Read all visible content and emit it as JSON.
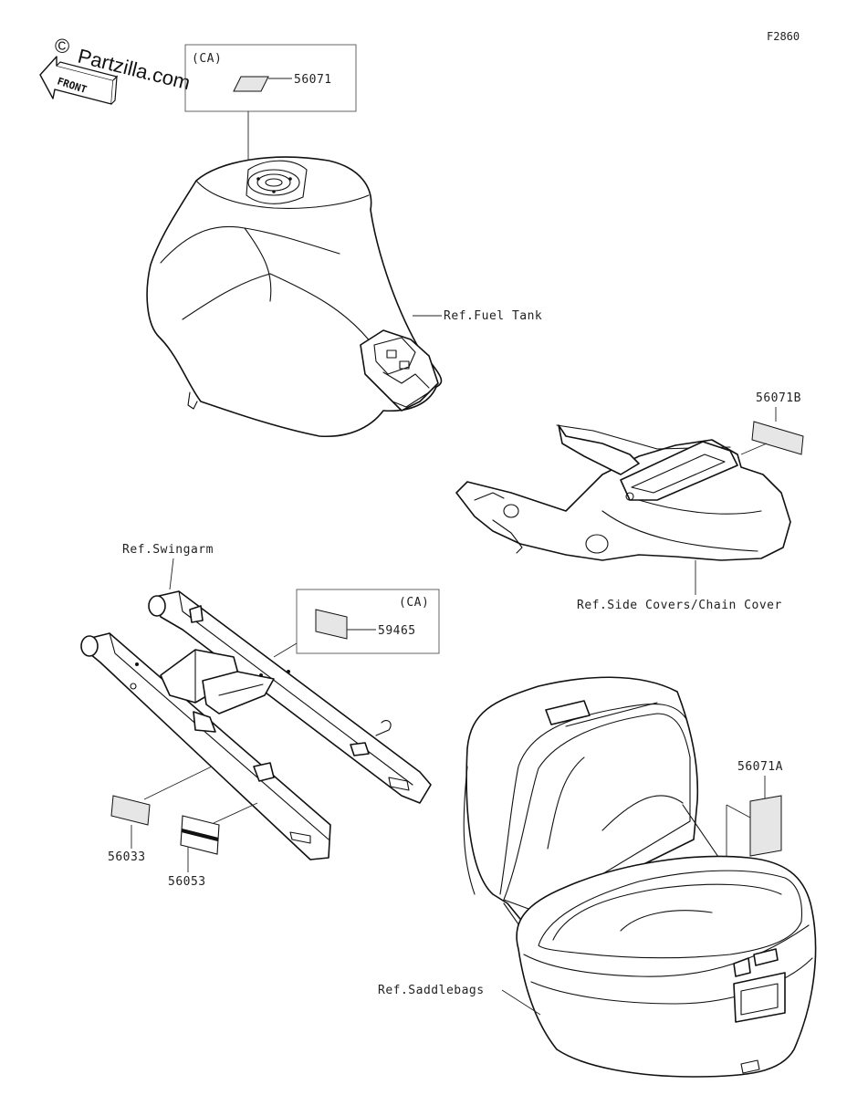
{
  "figure_code": "F2860",
  "watermark": "Partzilla.com",
  "watermark_symbol": "©",
  "front_arrow_label": "FRONT",
  "groups": {
    "fuel_tank": {
      "region_label": "(CA)",
      "part_number": "56071",
      "reference": "Ref.Fuel Tank"
    },
    "side_covers": {
      "part_number": "56071B",
      "reference": "Ref.Side Covers/Chain Cover"
    },
    "swingarm": {
      "reference": "Ref.Swingarm",
      "region_label": "(CA)",
      "part_number_ca": "59465",
      "part_number_a": "56033",
      "part_number_b": "56053"
    },
    "saddlebags": {
      "part_number": "56071A",
      "reference": "Ref.Saddlebags"
    }
  }
}
